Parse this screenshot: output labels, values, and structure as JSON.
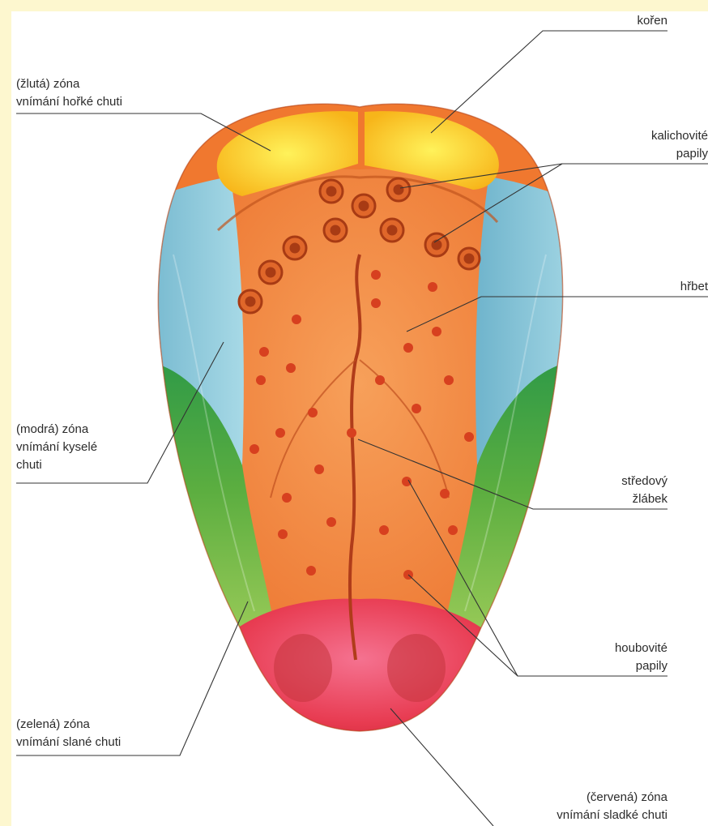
{
  "labels": {
    "koren": "kořen",
    "kalichovite_1": "kalichovité",
    "kalichovite_2": "papily",
    "hrbet": "hřbet",
    "stredovy_1": "středový",
    "stredovy_2": "žlábek",
    "houbovite_1": "houbovité",
    "houbovite_2": "papily",
    "zluta_1": "(žlutá) zóna",
    "zluta_2": "vnímání hořké chuti",
    "modra_1": "(modrá) zóna",
    "modra_2": "vnímání kyselé",
    "modra_3": "chuti",
    "zelena_1": "(zelená) zóna",
    "zelena_2": "vnímání slané chuti",
    "cervena_1": "(červená) zóna",
    "cervena_2": "vnímání sladké chuti"
  },
  "colors": {
    "page_border": "#fdf7cf",
    "bitter_zone": "#f7b81a",
    "sour_zone": "#8fcbdc",
    "salty_zone": "#7fbf3c",
    "sweet_zone": "#ee3b4f",
    "tongue_body": "#f2803a"
  }
}
